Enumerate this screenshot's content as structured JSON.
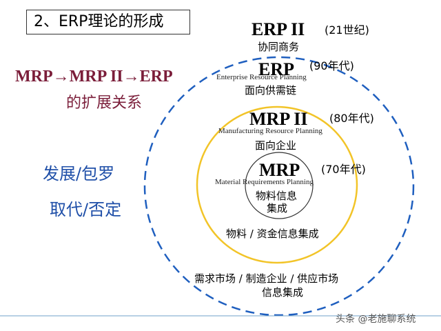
{
  "title": "2、ERP理论的形成",
  "left": {
    "evolution": "MRP→MRP II→ERP",
    "subtitle": "的扩展关系",
    "develop": "发展/包罗",
    "replace": "取代/否定"
  },
  "levels": {
    "erp2": {
      "name": "ERP II",
      "era": "(21世纪)",
      "desc": "协同商务"
    },
    "erp": {
      "name": "ERP",
      "era": "(90年代)",
      "english": "Enterprise Resource Planning",
      "desc": "面向供需链"
    },
    "mrp2": {
      "name": "MRP II",
      "era": "(80年代)",
      "english": "Manufacturing Resource Planning",
      "desc": "面向企业"
    },
    "mrp": {
      "name": "MRP",
      "era": "(70年代)",
      "english": "Material Requirements Planning",
      "desc_line1": "物料信息",
      "desc_line2": "集成"
    }
  },
  "ring_notes": {
    "inner": "物料 / 资金信息集成",
    "outer_line1": "需求市场 / 制造企业 / 供应市场",
    "outer_line2": "信息集成"
  },
  "watermark": "头条 @老施聊系统",
  "colors": {
    "dashed_ring": "#1f5fbf",
    "yellow_ring": "#f2c428",
    "accent": "#7b1e3a",
    "blue_text": "#1f4fa8"
  }
}
